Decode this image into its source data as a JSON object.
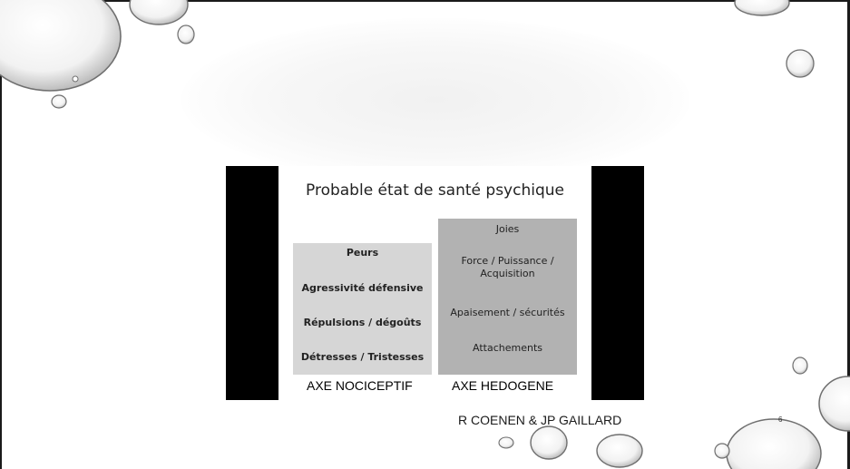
{
  "slide": {
    "picture": {
      "title": "Probable état de santé psychique",
      "nociceptive_items": [
        "Peurs",
        "Agressivité défensive",
        "Répulsions / dégoûts",
        "Détresses / Tristesses"
      ],
      "hedogene_items": [
        "Joies",
        "Force / Puissance /\nAcquisition",
        "Apaisement / sécurités",
        "Attachements"
      ]
    },
    "axis_labels": {
      "left": "AXE NOCICEPTIF",
      "right": "AXE HEDOGENE"
    },
    "author": "R COENEN & JP GAILLARD",
    "page_number": "6"
  }
}
